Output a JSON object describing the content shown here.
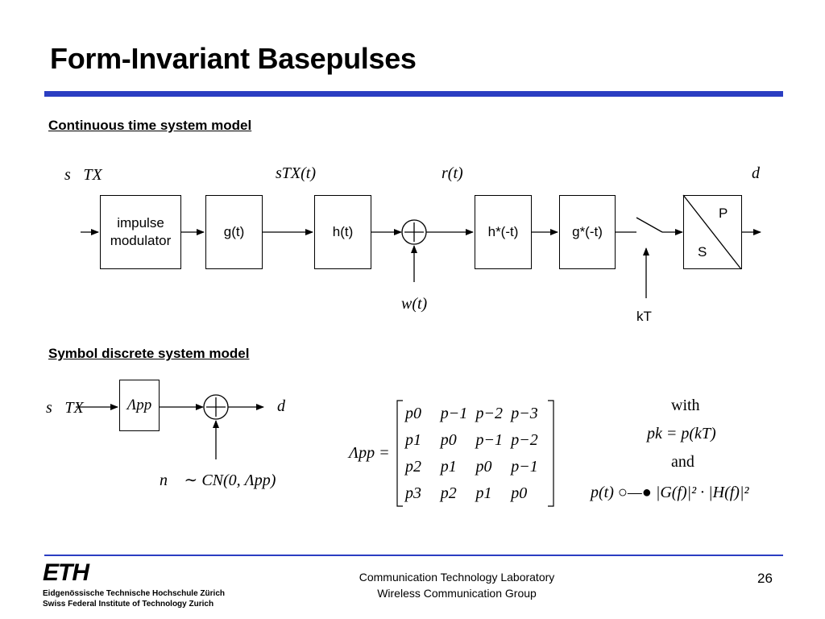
{
  "slide": {
    "title": "Form-Invariant Basepulses",
    "page_number": "26"
  },
  "continuous": {
    "heading": "Continuous time system model",
    "blocks": {
      "modulator": "impulse modulator",
      "g": "g(t)",
      "h": "h(t)",
      "h_conj": "h*(-t)",
      "g_conj": "g*(-t)",
      "p_label": "P",
      "s_label": "S"
    },
    "signals": {
      "s_tx": "s⃗TX",
      "s_tx_t": "sTX(t)",
      "r_t": "r(t)",
      "d": "d⃗",
      "w_t": "w(t)",
      "kt": "kT"
    }
  },
  "discrete": {
    "heading": "Symbol discrete system model",
    "lambda_block": "Λpp",
    "s_tx": "s⃗TX",
    "d": "d⃗",
    "noise": "n⃗ ∼ CN(0, Λpp)",
    "matrix_lhs": "Λpp =",
    "matrix": [
      [
        "p0",
        "p−1",
        "p−2",
        "p−3"
      ],
      [
        "p1",
        "p0",
        "p−1",
        "p−2"
      ],
      [
        "p2",
        "p1",
        "p0",
        "p−1"
      ],
      [
        "p3",
        "p2",
        "p1",
        "p0"
      ]
    ],
    "with": "with",
    "pk_eq": "pk = p(kT)",
    "and": "and",
    "fourier": "p(t) ○—● |G(f)|² · |H(f)|²"
  },
  "footer": {
    "eth": "ETH",
    "eth_line1": "Eidgenössische Technische Hochschule Zürich",
    "eth_line2": "Swiss Federal Institute of Technology Zurich",
    "lab_line1": "Communication Technology Laboratory",
    "lab_line2": "Wireless Communication Group"
  },
  "colors": {
    "rule": "#2b3ec2"
  }
}
